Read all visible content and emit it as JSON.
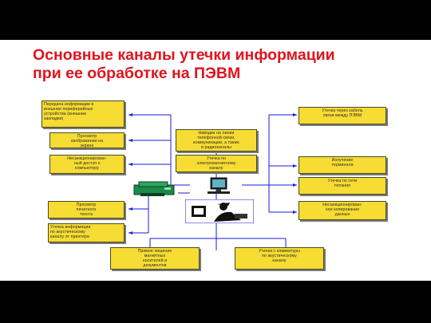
{
  "slide": {
    "title_line1": "Основные каналы утечки информации",
    "title_line2": "при ее обработке на ПЭВМ",
    "title_color": "#e0141e"
  },
  "diagram": {
    "box_color": "#f6dc33",
    "line_color": "#1b1bd6",
    "boxes": {
      "transmit": "Передача информации в\nвнешние периферийные\nустройства (внешние\nзакладки)",
      "view_screen": "Просмотр\nизображения на\nэкране",
      "unauth_access": "Несанкционирован-\nный доступ к\nкомпьютеру",
      "view_text": "Просмотр\nпечатного\nтекста",
      "acoustic_printer": "Утечка информации\nпо акустическому\nканалу от принтера",
      "net_leak": "Утечка через кабель\nсвязи между ПЭВМ",
      "induction": "Наводки на линии\nтелефонной связи,\nкоммуникации, а также\nв радиоканалы",
      "em_leak": "Утечка по\nэлектромагнитному\nканалу",
      "terminal_emission": "Излучение\nтерминала",
      "net_leak2": "Утечка по сети\nпитания",
      "unauth_copy": "Несанкционирован-\nное копирование\nданных",
      "media_theft": "Прямое хищение\nмагнитных\nносителей и\nдокументов",
      "keyboard_acoustic": "Утечка с клавиатуры\nпо акустическому\nканалу"
    }
  }
}
